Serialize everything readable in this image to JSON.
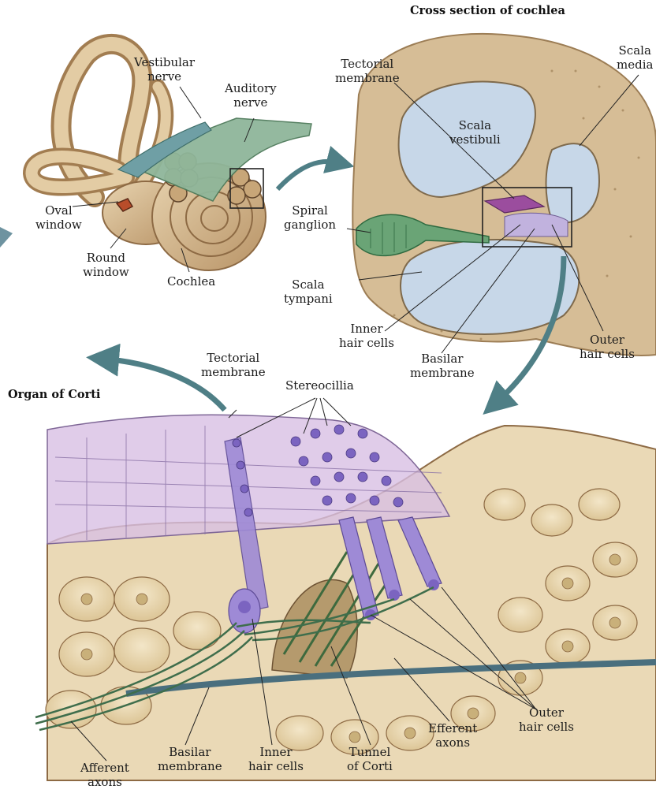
{
  "titles": {
    "cross_section": "Cross section of cochlea",
    "organ_of_corti": "Organ of Corti"
  },
  "ear_panel": {
    "vestibular_nerve": [
      "Vestibular",
      "nerve"
    ],
    "auditory_nerve": [
      "Auditory",
      "nerve"
    ],
    "oval_window": [
      "Oval",
      "window"
    ],
    "round_window": [
      "Round",
      "window"
    ],
    "cochlea": "Cochlea"
  },
  "cross_panel": {
    "tectorial_membrane": [
      "Tectorial",
      "membrane"
    ],
    "scala_media": [
      "Scala",
      "media"
    ],
    "scala_vestibuli": [
      "Scala",
      "vestibuli"
    ],
    "spiral_ganglion": [
      "Spiral",
      "ganglion"
    ],
    "scala_tympani": [
      "Scala",
      "tympani"
    ],
    "inner_hair_cells": [
      "Inner",
      "hair cells"
    ],
    "basilar_membrane": [
      "Basilar",
      "membrane"
    ],
    "outer_hair_cells": [
      "Outer",
      "hair cells"
    ]
  },
  "corti_panel": {
    "tectorial_membrane": [
      "Tectorial",
      "membrane"
    ],
    "stereocillia": "Stereocillia",
    "outer_hair_cells": [
      "Outer",
      "hair cells"
    ],
    "efferent_axons": [
      "Efferent",
      "axons"
    ],
    "tunnel_of_corti": [
      "Tunnel",
      "of Corti"
    ],
    "inner_hair_cells": [
      "Inner",
      "hair cells"
    ],
    "basilar_membrane": [
      "Basilar",
      "membrane"
    ],
    "afferent_axons": [
      "Afferent",
      "axons"
    ]
  },
  "colors": {
    "bone": "#d9bf98",
    "bone_dark": "#a9885e",
    "fluid": "#c7d7e8",
    "nerve": "#6f9a78",
    "nerve_dark": "#3f6e4c",
    "hair_cell": "#9e8ad6",
    "tectorial": "#d8bfe3",
    "arrow": "#4f7f86",
    "tissue": "#ead9b6",
    "nucleus": "#c9b07a"
  }
}
